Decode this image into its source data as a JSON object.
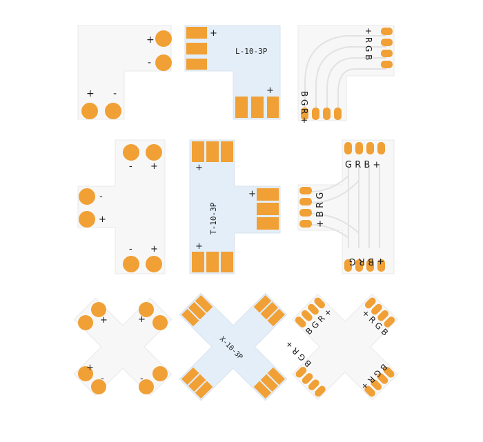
{
  "board_text": {
    "l_pcb": "L-10-3P",
    "t_pcb": "T-10-3P",
    "x_pcb": "X-10-3P"
  },
  "symbols": {
    "plus": "+",
    "minus": "-"
  },
  "labels": {
    "l_rgb_side": "+ R G B",
    "l_rgb_bottom": "B G R +",
    "t_rgb_top": "G R B +",
    "t_rgb_left": "+ B R G",
    "t_rgb_bottom": "+ B R G",
    "x_rgb_tl": "B G R +",
    "x_rgb_tr": "+ R G B",
    "x_rgb_bl": "B G R +",
    "x_rgb_br": "B G R +"
  },
  "colors": {
    "pad": "#f0a035",
    "pad_edge": "#d8861c",
    "white_pcb": "#f7f7f7",
    "blue_pcb": "#e3eef8",
    "outline": "#e6e6e6"
  }
}
